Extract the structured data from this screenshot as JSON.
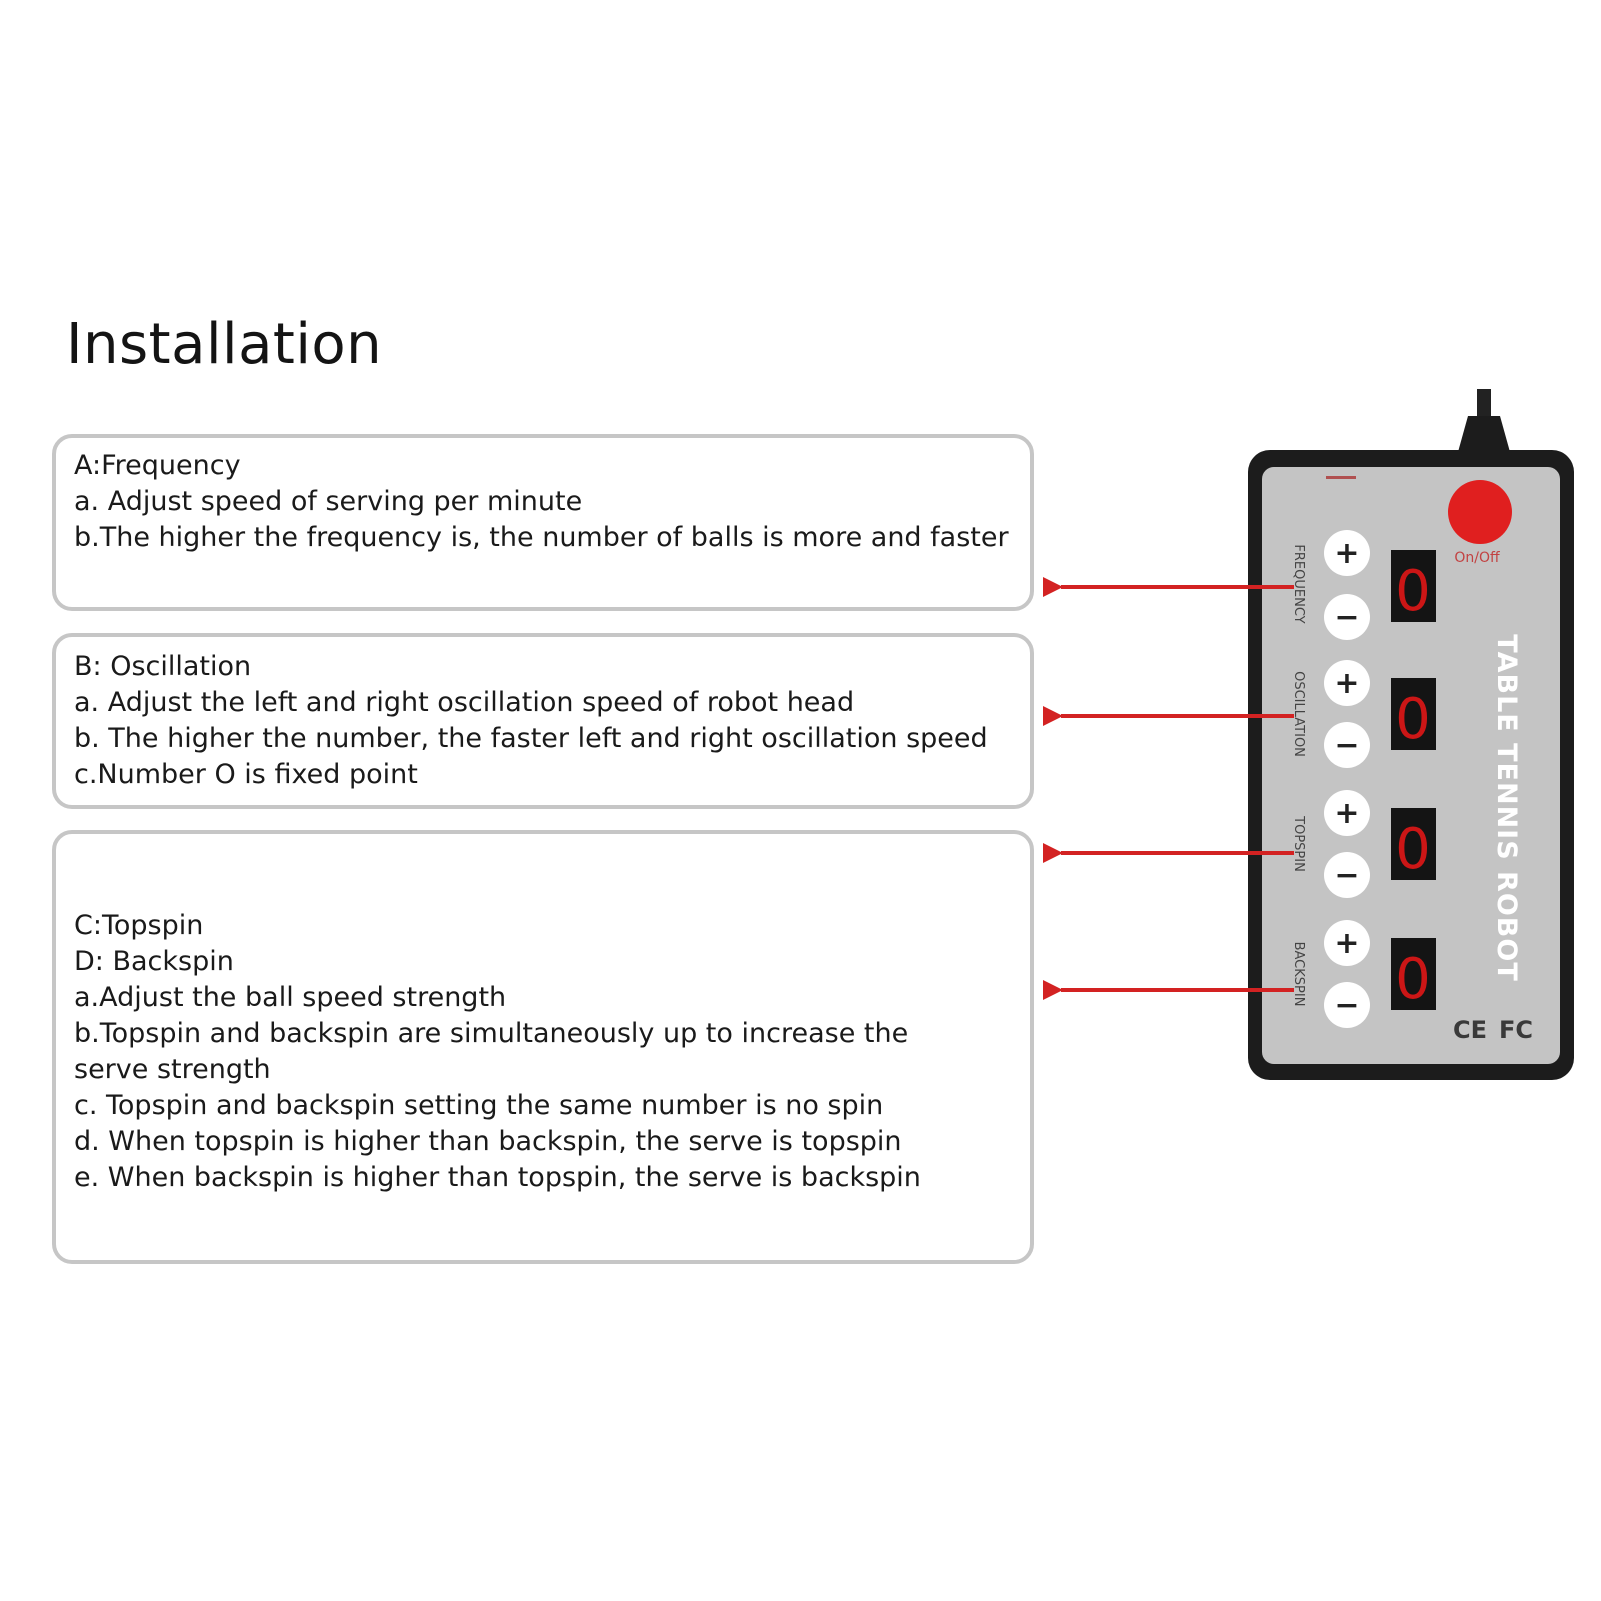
{
  "title": "Installation",
  "sections": [
    {
      "lines": [
        "A:Frequency",
        "a. Adjust speed of serving per minute",
        "b.The higher the frequency is, the number of balls is more and faster"
      ]
    },
    {
      "lines": [
        "B: Oscillation",
        "a. Adjust the left and right oscillation speed of robot head",
        "b. The higher the number, the faster left and right oscillation speed",
        "c.Number O is fixed point"
      ]
    },
    {
      "lines": [
        "C:Topspin",
        "D: Backspin",
        "a.Adjust the ball speed strength",
        "b.Topspin and backspin are simultaneously up to increase the",
        "serve strength",
        "c. Topspin and backspin setting the same number is no spin",
        "d. When topspin is higher than backspin, the serve is topspin",
        "e. When backspin is higher than topspin, the serve is backspin"
      ]
    }
  ],
  "device": {
    "brand_title": "TABLE TENNIS ROBOT",
    "power_label": "On/Off",
    "plus_symbol": "+",
    "minus_symbol": "−",
    "display_value": "0",
    "cert_marks": [
      "CE",
      "FC"
    ],
    "controls": [
      "FREQUENCY",
      "OSCILLATION",
      "TOPSPIN",
      "BACKSPIN"
    ],
    "colors": {
      "panel": "#c4c4c4",
      "case": "#1c1c1c",
      "power_button": "#e01f1f",
      "display_digit": "#cc1616",
      "arrow": "#d32222"
    }
  }
}
